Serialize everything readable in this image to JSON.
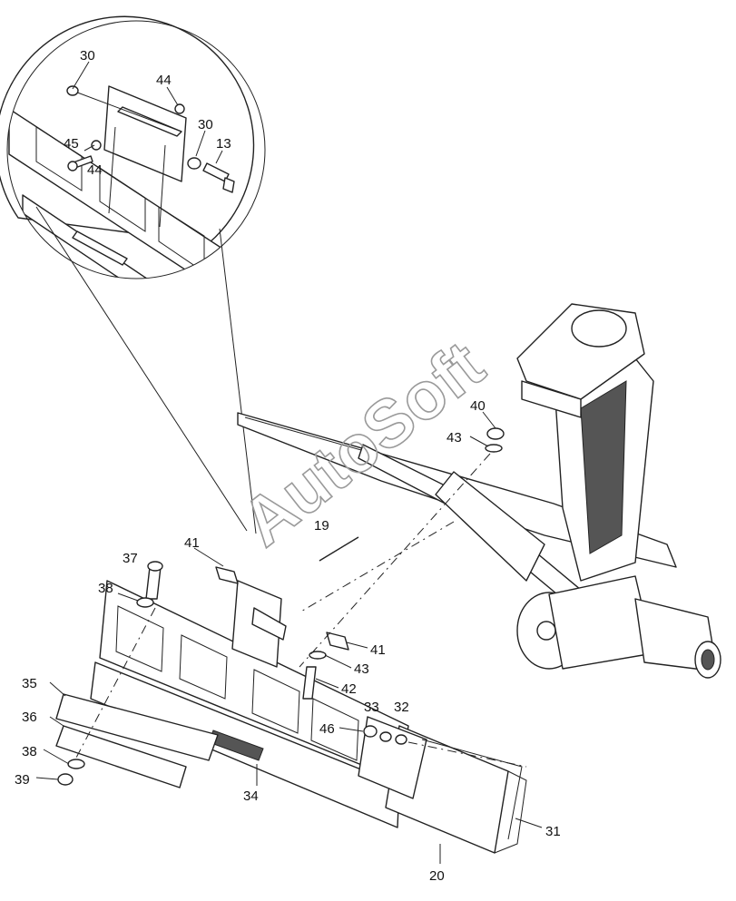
{
  "watermark": "AutoSoft",
  "callouts": [
    {
      "id": "c30a",
      "label": "30"
    },
    {
      "id": "c44a",
      "label": "44"
    },
    {
      "id": "c30b",
      "label": "30"
    },
    {
      "id": "c13",
      "label": "13"
    },
    {
      "id": "c45",
      "label": "45"
    },
    {
      "id": "c44b",
      "label": "44"
    },
    {
      "id": "c40",
      "label": "40"
    },
    {
      "id": "c43a",
      "label": "43"
    },
    {
      "id": "c19",
      "label": "19"
    },
    {
      "id": "c41a",
      "label": "41"
    },
    {
      "id": "c37",
      "label": "37"
    },
    {
      "id": "c38a",
      "label": "38"
    },
    {
      "id": "c41b",
      "label": "41"
    },
    {
      "id": "c43b",
      "label": "43"
    },
    {
      "id": "c42",
      "label": "42"
    },
    {
      "id": "c35",
      "label": "35"
    },
    {
      "id": "c33",
      "label": "33"
    },
    {
      "id": "c32",
      "label": "32"
    },
    {
      "id": "c36",
      "label": "36"
    },
    {
      "id": "c46",
      "label": "46"
    },
    {
      "id": "c38b",
      "label": "38"
    },
    {
      "id": "c39",
      "label": "39"
    },
    {
      "id": "c34",
      "label": "34"
    },
    {
      "id": "c31",
      "label": "31"
    },
    {
      "id": "c20",
      "label": "20"
    }
  ]
}
